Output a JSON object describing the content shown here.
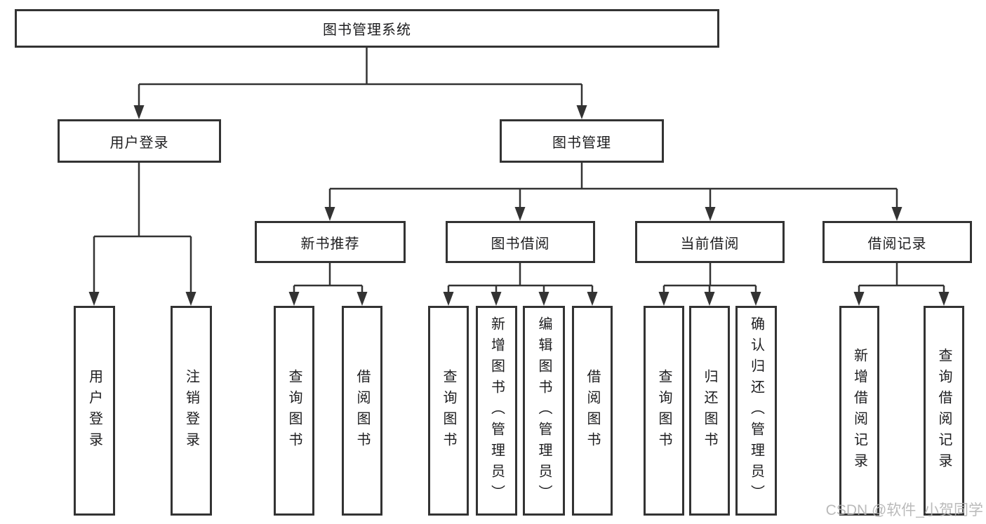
{
  "diagram": {
    "title": "图书管理系统",
    "watermark": "CSDN @软件_小贺同学",
    "colors": {
      "border": "#333333",
      "line": "#333333",
      "text": "#1d1d1f",
      "watermark": "#b3b3b3",
      "background": "#ffffff"
    },
    "nodes": {
      "root": {
        "label": "图书管理系统"
      },
      "userLoginGroup": {
        "label": "用户登录"
      },
      "bookManagement": {
        "label": "图书管理"
      },
      "userLogin": {
        "label": "用户登录"
      },
      "logout": {
        "label": "注销登录"
      },
      "newBookRecommend": {
        "label": "新书推荐"
      },
      "bookBorrowing": {
        "label": "图书借阅"
      },
      "currentBorrowing": {
        "label": "当前借阅"
      },
      "borrowingRecords": {
        "label": "借阅记录"
      },
      "recQueryBooks": {
        "label": "查询图书"
      },
      "recBorrowBooks": {
        "label": "借阅图书"
      },
      "borQueryBooks": {
        "label": "查询图书"
      },
      "borAddBooks": {
        "label": "新增图书（管理员）"
      },
      "borEditBooks": {
        "label": "编辑图书（管理员）"
      },
      "borBorrowBooks": {
        "label": "借阅图书"
      },
      "curQueryBooks": {
        "label": "查询图书"
      },
      "curReturnBooks": {
        "label": "归还图书"
      },
      "curConfirmReturn": {
        "label": "确认归还（管理员）"
      },
      "recordAdd": {
        "label": "新增借阅记录"
      },
      "recordQuery": {
        "label": "查询借阅记录"
      }
    }
  }
}
